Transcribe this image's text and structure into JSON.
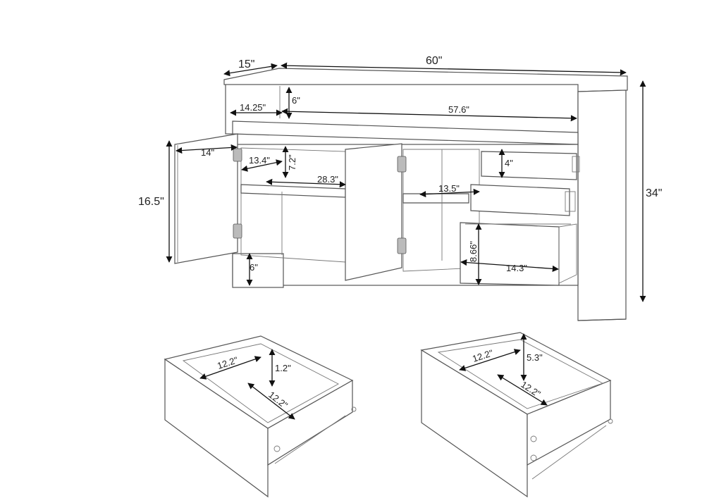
{
  "dimensions": {
    "depth": "15\"",
    "width": "60\"",
    "height": "34\"",
    "top_shelf_depth": "14.25\"",
    "top_shelf_height": "6\"",
    "top_shelf_width": "57.6\"",
    "door_width": "14\"",
    "door_height": "16.5\"",
    "cabinet_depth": "13.4\"",
    "cabinet_shelf_height": "7.2\"",
    "cabinet_width": "28.3\"",
    "leg_height": "6\"",
    "right_cabinet_depth": "13.5\"",
    "small_drawer_height": "4\"",
    "large_drawer_height": "8.66\"",
    "drawer_depth": "14.3\""
  },
  "small_drawer_detail": {
    "width": "12.2\"",
    "height": "1.2\"",
    "depth": "12.2\""
  },
  "large_drawer_detail": {
    "width": "12.2\"",
    "height": "5.3\"",
    "depth": "12.2\""
  }
}
